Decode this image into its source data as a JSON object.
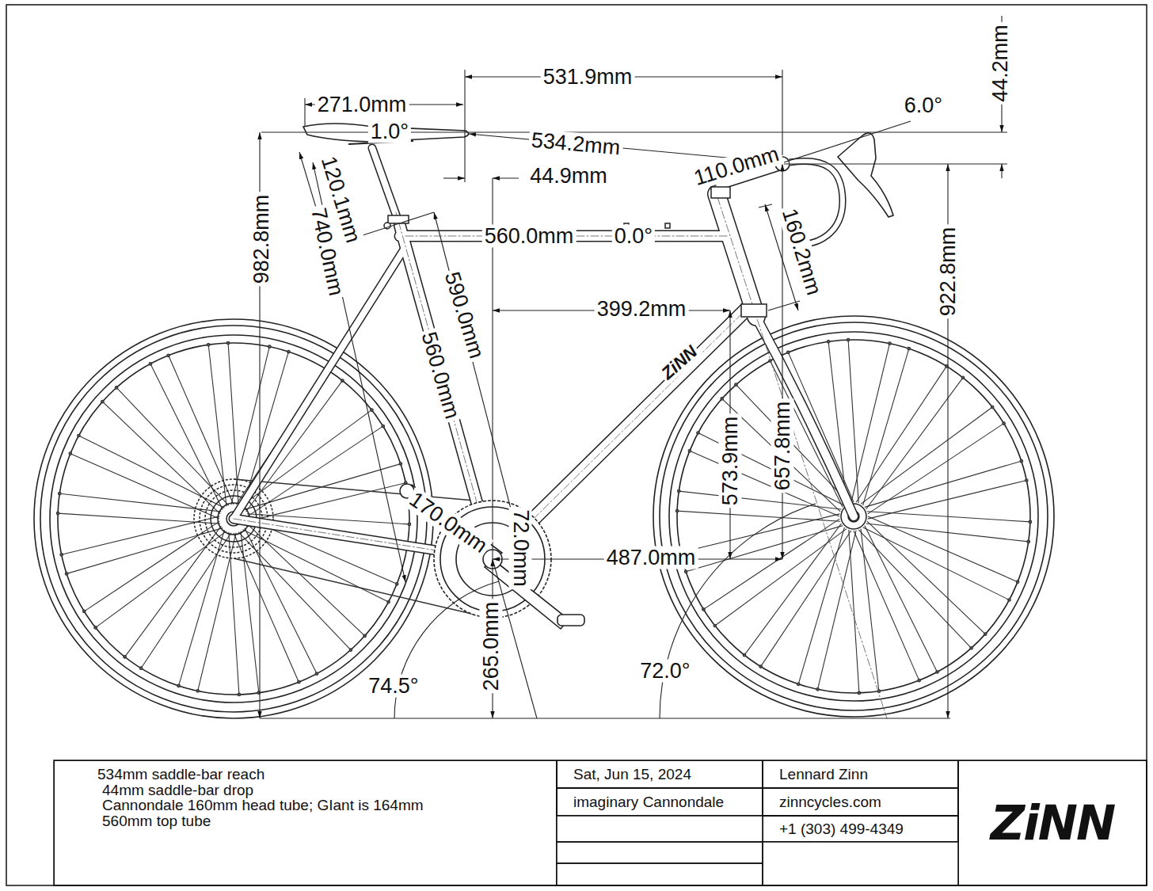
{
  "diagram": {
    "nodes": [
      {
        "text": [
          "534mm saddle-bar reach",
          "44mm saddle-bar drop",
          "Cannondale 160mm head tube; GIant is 164mm",
          "560mm top tube"
        ]
      },
      {
        "text": [
          "Sat, Jun 15, 2024"
        ]
      },
      {
        "text": [
          "imaginary Cannondale"
        ]
      },
      {
        "text": [
          "Lennard Zinn"
        ]
      },
      {
        "text": [
          "zinncycles.com"
        ]
      },
      {
        "text": [
          "+1 (303) 499-4349"
        ]
      },
      {
        "text": [
          "ZiNN"
        ]
      }
    ],
    "labels": [
      "531.9mm",
      "271.0mm",
      "44.2mm",
      "6.0°",
      "1.0°",
      "534.2mm",
      "110.0mm",
      "120.1mm",
      "740.0mm",
      "44.9mm",
      "560.0mm",
      "0.0°",
      "160.2mm",
      "982.8mm",
      "590.0mm",
      "560.0mm",
      "399.2mm",
      "922.8mm",
      "573.9mm",
      "657.8mm",
      "170.0mm",
      "72.0mm",
      "487.0mm",
      "265.0mm",
      "74.5°",
      "72.0°",
      "ZiNN"
    ]
  }
}
